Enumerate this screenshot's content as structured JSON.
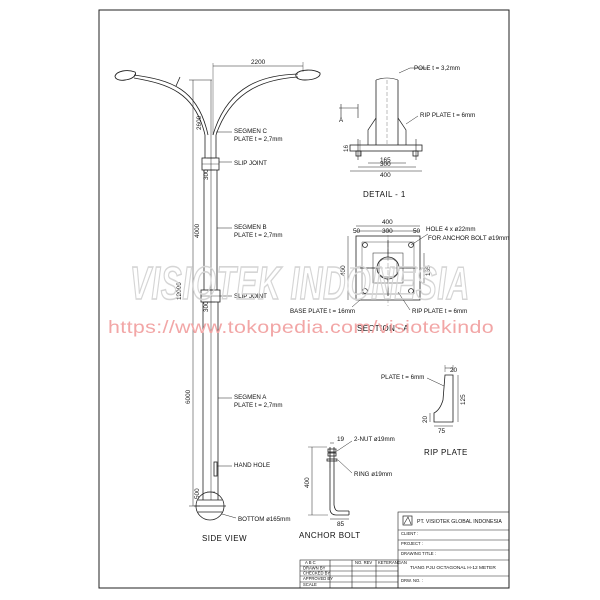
{
  "watermark": {
    "brand": "VISIOTEK INDONESIA",
    "url": "https://www.tokopedia.com/visiotekindo"
  },
  "side_view": {
    "caption": "SIDE VIEW",
    "dim_arm_span": "2200",
    "dim_top": "2600",
    "dim_upper_joint": "300",
    "dim_middle": "4000",
    "dim_total": "12000",
    "dim_lower_joint": "300",
    "dim_bottom": "6000",
    "dim_base": "500",
    "segmen_c": "SEGMEN C",
    "segmen_c_plate": "PLATE t = 2,7mm",
    "slip_joint_1": "SLIP JOINT",
    "segmen_b": "SEGMEN B",
    "segmen_b_plate": "PLATE t = 2,7mm",
    "slip_joint_2": "SLIP JOINT",
    "segmen_a": "SEGMEN A",
    "segmen_a_plate": "PLATE t = 2,7mm",
    "hand_hole": "HAND HOLE",
    "bottom": "BOTTOM ø165mm"
  },
  "detail_1": {
    "caption": "DETAIL - 1",
    "pole_label": "POLE t = 3,2mm",
    "rip_plate_label": "RIP PLATE t = 6mm",
    "section_mark": "A",
    "dim_height": "16",
    "dim_165": "165",
    "dim_300": "300",
    "dim_400": "400"
  },
  "section_a": {
    "caption": "SECTION - A",
    "dim_400_top": "400",
    "dim_50_left": "50",
    "dim_300": "300",
    "dim_50_right": "50",
    "dim_400_side": "400",
    "dim_165": "165",
    "hole_label": "HOLE 4 x ø22mm",
    "hole_label_2": "FOR ANCHOR BOLT ø19mm",
    "base_plate_label": "BASE PLATE t = 16mm",
    "rip_plate_label": "RIP PLATE t = 6mm"
  },
  "rip_plate": {
    "caption": "RIP PLATE",
    "plate_label": "PLATE t = 6mm",
    "dim_20_top": "20",
    "dim_125": "125",
    "dim_20_left": "20",
    "dim_75": "75"
  },
  "anchor_bolt": {
    "caption": "ANCHOR BOLT",
    "nut_label": "2-NUT ø19mm",
    "ring_label": "RING ø19mm",
    "dim_19": "19",
    "dim_400": "400",
    "dim_85": "85"
  },
  "title_block": {
    "company": "PT. VISIOTEK GLOBAL INDONESIA",
    "row_client": "CLIENT :",
    "row_project": "PROJECT :",
    "row_drawing_title": "DRAWING TITLE :",
    "drawing_title": "TIANG PJU OCTAGONAL H-12 METER",
    "row_drw_no": "DRW. NO. :",
    "col_a": "A B C",
    "col_b": "NO. REV",
    "col_c": "KETERANGAN",
    "r1": "DRAWN BY",
    "r2": "CHECKED BY",
    "r3": "APPROVED BY",
    "r4": "SCALE"
  }
}
